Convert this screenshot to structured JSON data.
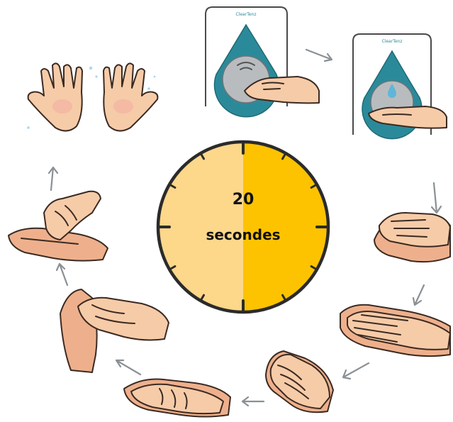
{
  "timer": {
    "value": "20",
    "unit": "secondes"
  },
  "dispenser": {
    "brand": "ClearTenz"
  },
  "colors": {
    "clock_left": "#fdd78a",
    "clock_right": "#fdc300",
    "clock_outline": "#2b2b2b",
    "dispenser_teal": "#2b8a9a",
    "dispenser_teal_light": "#7fc3cf",
    "dispenser_grey": "#b9bcbf",
    "skin": "#f6cba8",
    "skin_shade": "#eeb08c",
    "outline": "#3a2a22",
    "arrow": "#8a9094",
    "water": "#5fb6d8"
  },
  "steps": [
    {
      "icon": "dispenser-activate-icon"
    },
    {
      "icon": "dispenser-dispense-icon"
    },
    {
      "icon": "palm-to-palm-rub-icon"
    },
    {
      "icon": "interlaced-fingers-rub-icon"
    },
    {
      "icon": "back-of-hands-rub-icon"
    },
    {
      "icon": "fingers-locked-rub-icon"
    },
    {
      "icon": "thumb-rotation-rub-icon"
    },
    {
      "icon": "fingertips-in-palm-rub-icon"
    },
    {
      "icon": "clean-dry-hands-icon"
    }
  ]
}
